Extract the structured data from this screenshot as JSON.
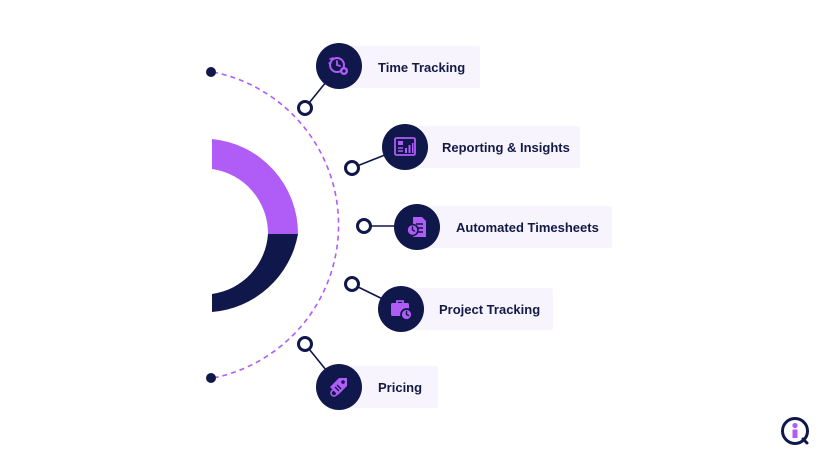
{
  "features": [
    {
      "label": "Time Tracking",
      "icon": "clock-gear-icon"
    },
    {
      "label": "Reporting & Insights",
      "icon": "report-dashboard-icon"
    },
    {
      "label": "Automated Timesheets",
      "icon": "timesheet-clock-icon"
    },
    {
      "label": "Project Tracking",
      "icon": "briefcase-clock-icon"
    },
    {
      "label": "Pricing",
      "icon": "price-tag-icon"
    }
  ],
  "colors": {
    "navy": "#10174a",
    "purple": "#b05cf6",
    "card_background": "#f8f4fd",
    "text": "#121a46"
  },
  "logo": {
    "icon": "info-person-logo-icon"
  }
}
